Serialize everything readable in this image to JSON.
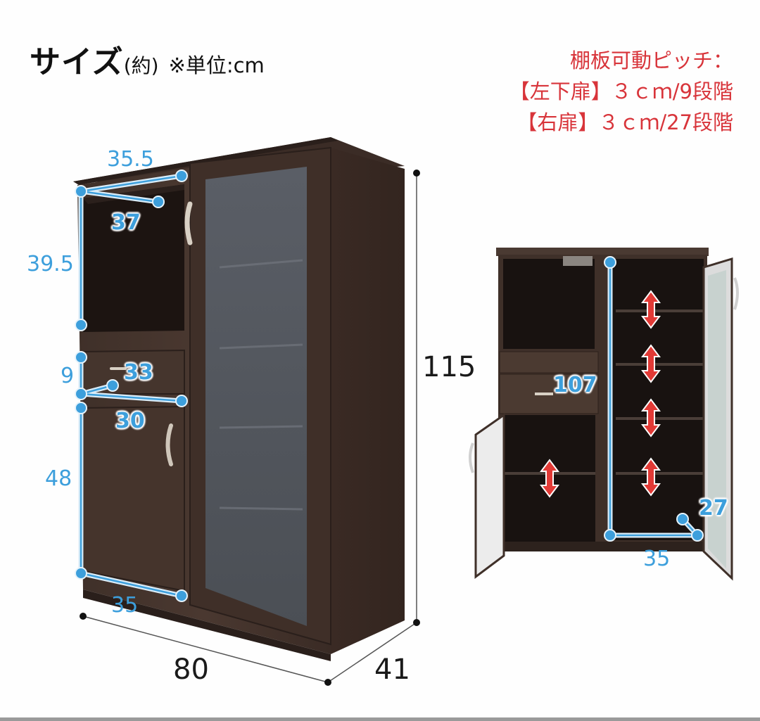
{
  "header": {
    "title": "サイズ",
    "title_suffix": "(約)",
    "unit_note": "※単位:cm"
  },
  "shelf_pitch_note": {
    "heading": "棚板可動ピッチ：",
    "lines": [
      "【左下扉】３ｃｍ/9段階",
      "【右扉】３ｃｍ/27段階"
    ],
    "color": "#d8343a"
  },
  "front_view": {
    "overall": {
      "width": "80",
      "depth": "41",
      "height": "115"
    },
    "inner_dimensions": {
      "open_shelf_width": "35.5",
      "open_shelf_depth": "37",
      "open_shelf_height": "39.5",
      "drawer_height": "9",
      "drawer_width": "33",
      "drawer_depth": "30",
      "lower_cabinet_height": "48",
      "lower_cabinet_width": "35"
    }
  },
  "open_view": {
    "right_cabinet_height": "107",
    "right_cabinet_width": "35",
    "right_cabinet_depth": "27",
    "adjustable_shelf_arrows_right": 4,
    "adjustable_shelf_arrows_left": 1
  },
  "colors": {
    "dimension_blue": "#3d9fdc",
    "wood_dark": "#3b2c26",
    "glass": "#55585e",
    "arrow_red": "#e23a36"
  }
}
